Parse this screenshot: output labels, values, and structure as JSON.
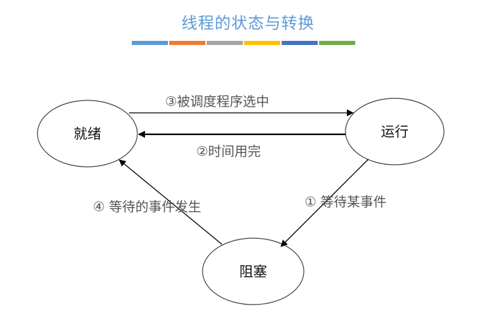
{
  "title": "线程的状态与转换",
  "color_bar": [
    "#5b9bd5",
    "#ed7d31",
    "#a5a5a5",
    "#ffc000",
    "#4472c4",
    "#70ad47"
  ],
  "nodes": {
    "ready": "就绪",
    "running": "运行",
    "blocked": "阻塞"
  },
  "edges": {
    "scheduled": "③被调度程序选中",
    "timeout": "②时间用完",
    "wait": "① 等待某事件",
    "event_occurs": "④ 等待的事件发生"
  }
}
